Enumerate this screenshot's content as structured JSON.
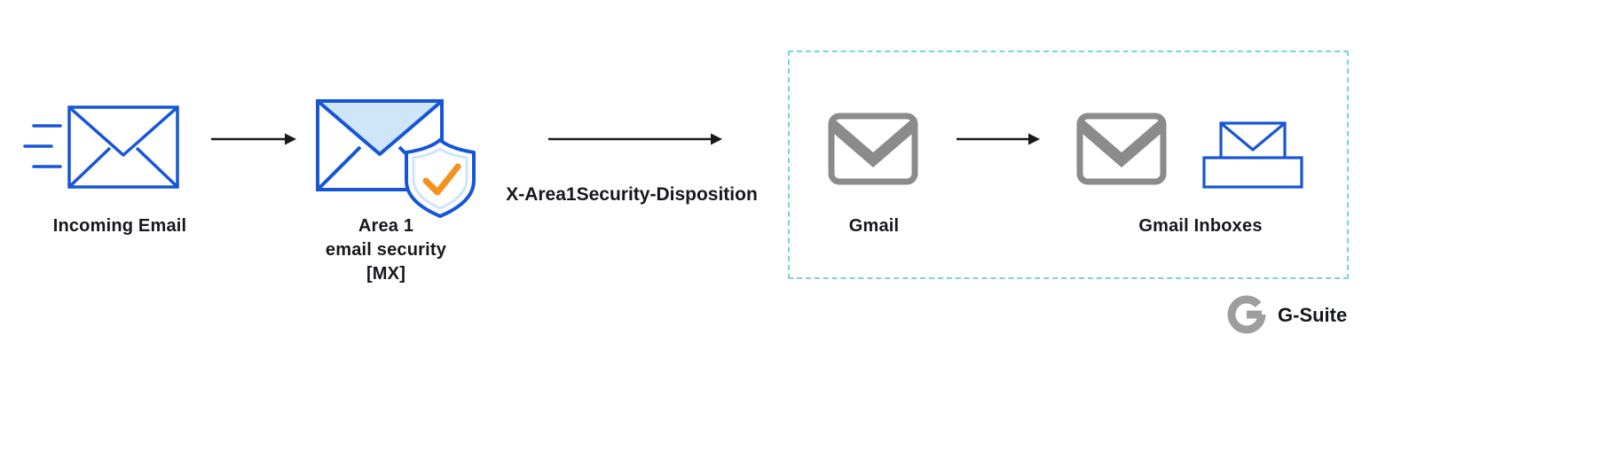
{
  "diagram": {
    "nodes": {
      "incoming_email": {
        "label": "Incoming Email",
        "icon": "speed-lines-envelope-icon"
      },
      "area1": {
        "line1": "Area 1",
        "line2": "email security",
        "line3": "[MX]",
        "icon": "envelope-shield-check-icon"
      },
      "gmail": {
        "label": "Gmail",
        "icon": "gmail-icon"
      },
      "gmail_inboxes": {
        "label": "Gmail Inboxes",
        "icons": [
          "gmail-icon",
          "inbox-envelope-icon"
        ]
      }
    },
    "edges": {
      "arrow1": "plain-arrow",
      "arrow2_label": "X-Area1Security-Disposition",
      "arrow3": "plain-arrow"
    },
    "branding": {
      "label": "G-Suite",
      "icon": "g-logo-icon"
    }
  },
  "colors": {
    "envelope_blue": "#1656d6",
    "envelope_light_blue": "#cfe6f8",
    "check_orange": "#f5921e",
    "gmail_gray": "#8b8b8b",
    "g_logo_gray": "#9e9e9e",
    "dashed_border": "#79d1e6",
    "arrow_black": "#1a1a1a",
    "text": "#16181d",
    "background": "#ffffff"
  }
}
